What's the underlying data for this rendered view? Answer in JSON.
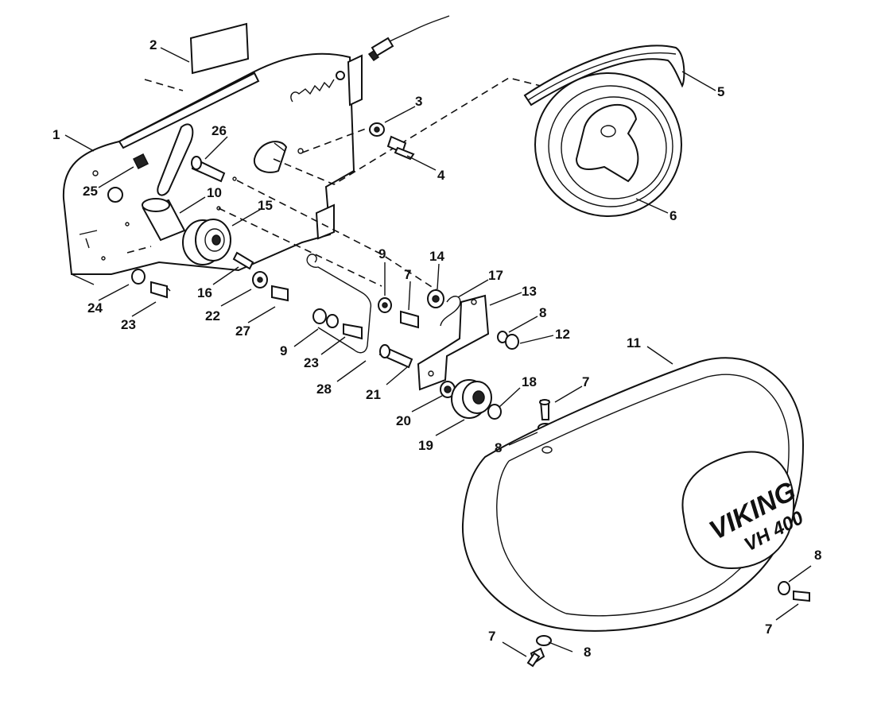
{
  "brand": {
    "logo_text": "VIKING",
    "model_text": "VH 400"
  },
  "callouts": [
    "1",
    "2",
    "3",
    "4",
    "5",
    "6",
    "7",
    "8",
    "9",
    "10",
    "11",
    "12",
    "13",
    "14",
    "15",
    "16",
    "17",
    "18",
    "19",
    "20",
    "21",
    "22",
    "23",
    "24",
    "25",
    "26",
    "27",
    "28"
  ]
}
